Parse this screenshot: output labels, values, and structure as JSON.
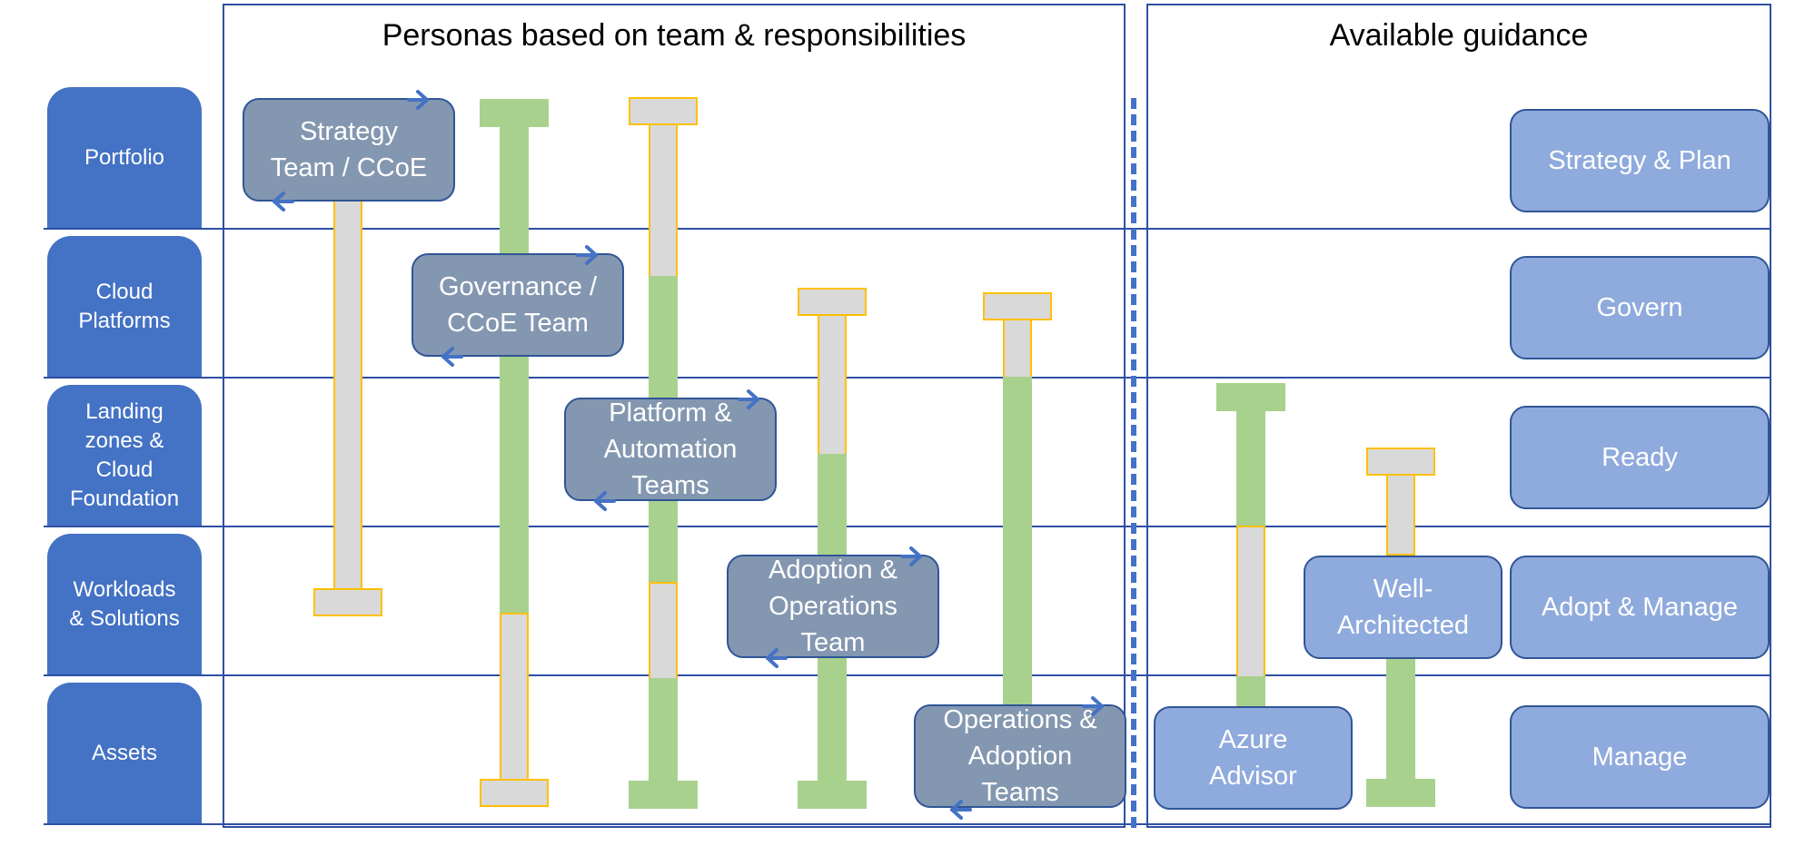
{
  "panels": {
    "personas_title": "Personas based on team & responsibilities",
    "guidance_title": "Available guidance"
  },
  "rows": [
    {
      "label": "Portfolio"
    },
    {
      "label": "Cloud\nPlatforms"
    },
    {
      "label": "Landing\nzones &\nCloud\nFoundation"
    },
    {
      "label": "Workloads\n& Solutions"
    },
    {
      "label": "Assets"
    }
  ],
  "teams": [
    {
      "label": "Strategy\nTeam / CCoE"
    },
    {
      "label": "Governance /\nCCoE Team"
    },
    {
      "label": "Platform &\nAutomation\nTeams"
    },
    {
      "label": "Adoption &\nOperations\nTeam"
    },
    {
      "label": "Operations &\nAdoption\nTeams"
    }
  ],
  "tools": [
    {
      "label": "Azure\nAdvisor"
    },
    {
      "label": "Well-\nArchitected"
    }
  ],
  "guidance": [
    {
      "label": "Strategy & Plan"
    },
    {
      "label": "Govern"
    },
    {
      "label": "Ready"
    },
    {
      "label": "Adopt & Manage"
    },
    {
      "label": "Manage"
    }
  ],
  "colors": {
    "row_label_bg": "#4472c4",
    "team_bg": "#8497b0",
    "guidance_bg": "#8faadc",
    "primary_bar": "#a9d18e",
    "secondary_bar": "#d9d9d9",
    "secondary_border": "#ffc000",
    "frame": "#2f4fa3"
  }
}
